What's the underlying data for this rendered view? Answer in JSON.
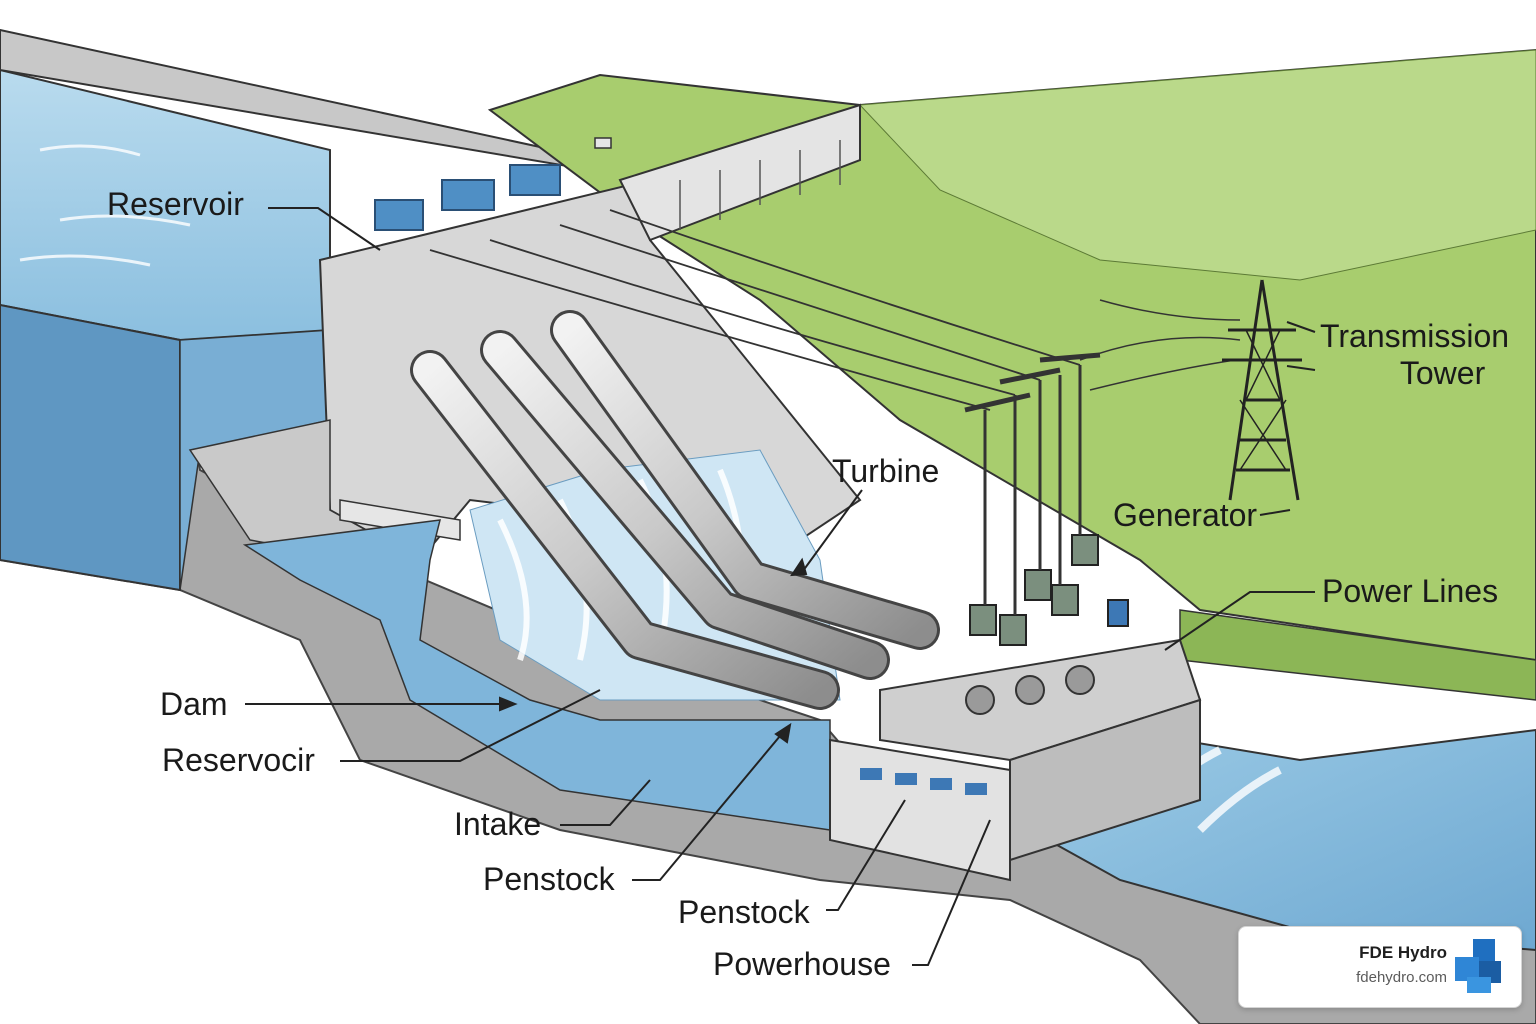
{
  "labels": {
    "reservoir": "Reservoir",
    "transmission_tower": [
      "Transmission",
      "Tower"
    ],
    "turbine": "Turbine",
    "generator": "Generator",
    "power_lines": "Power Lines",
    "dam": "Dam",
    "reservocir": "Reservocir",
    "intake": "Intake",
    "penstock_1": "Penstock",
    "penstock_2": "Penstock",
    "powerhouse": "Powerhouse"
  },
  "brand": {
    "name": "FDE Hydro",
    "url": "fdehydro.com"
  },
  "colors": {
    "water": "#8fc0de",
    "water_dark": "#5d94bf",
    "grass": "#a8cd6e",
    "grass_dark": "#8cb656",
    "concrete": "#d9d9d9",
    "concrete_dark": "#b3b3b3",
    "soil": "#a8a8a8",
    "brand_blue": "#1f6fc0"
  },
  "icons": [
    "fde-hydro-logo-icon"
  ]
}
